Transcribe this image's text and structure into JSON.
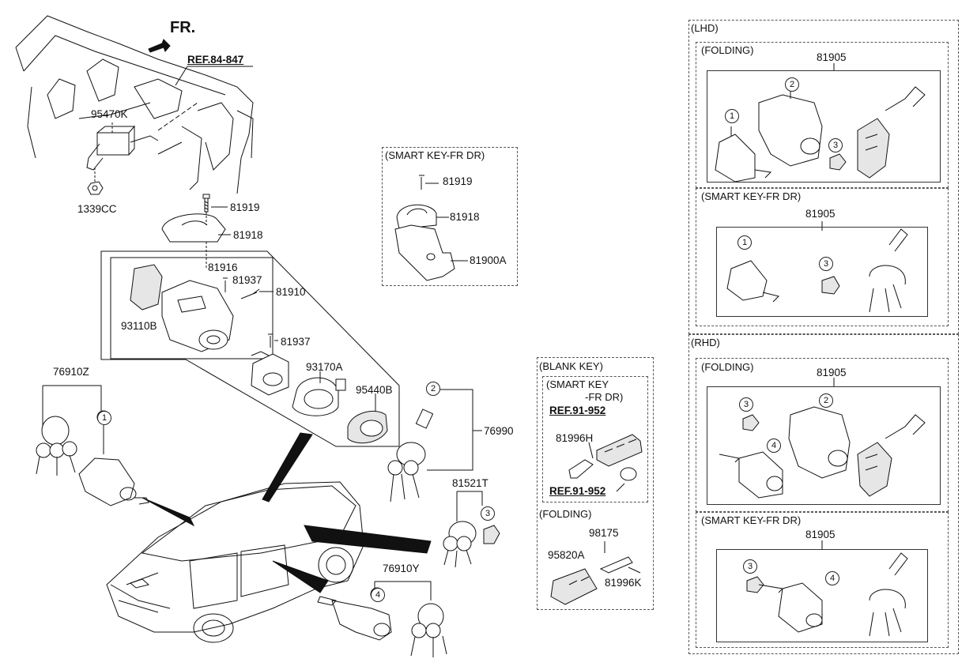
{
  "fr_label": "FR.",
  "refs": {
    "r84": "REF.84-847",
    "r91a": "REF.91-952",
    "r91b": "REF.91-952"
  },
  "parts": {
    "p95470K": "95470K",
    "p1339CC": "1339CC",
    "p81919": "81919",
    "p81918": "81918",
    "p81916": "81916",
    "p81937a": "81937",
    "p81910": "81910",
    "p93110B": "93110B",
    "p81937b": "81937",
    "p93170A": "93170A",
    "p95440B": "95440B",
    "p76990": "76990",
    "p76910Z": "76910Z",
    "p81521T": "81521T",
    "p76910Y": "76910Y",
    "sk81919": "81919",
    "sk81918": "81918",
    "sk81900A": "81900A",
    "bk81996H": "81996H",
    "fd98175": "98175",
    "fd95820A": "95820A",
    "fd81996K": "81996K",
    "lhd_fold_81905": "81905",
    "lhd_sk_81905": "81905",
    "rhd_fold_81905": "81905",
    "rhd_sk_81905": "81905"
  },
  "boxes": {
    "sk_fr_dr": "(SMART KEY-FR DR)",
    "blank_key": "(BLANK KEY)",
    "bk_smart_line1": "(SMART KEY",
    "bk_smart_line2": "-FR DR)",
    "bk_folding": "(FOLDING)",
    "lhd": "(LHD)",
    "lhd_folding": "(FOLDING)",
    "lhd_smart": "(SMART KEY-FR DR)",
    "rhd": "(RHD)",
    "rhd_folding": "(FOLDING)",
    "rhd_smart": "(SMART KEY-FR DR)"
  },
  "circles": {
    "c1": "1",
    "c2": "2",
    "c3": "3",
    "c4": "4",
    "l1": "1",
    "l2": "2",
    "l3": "3",
    "ls1": "1",
    "ls3": "3",
    "r3": "3",
    "r2": "2",
    "r4": "4",
    "rs3": "3",
    "rs4": "4"
  },
  "colors": {
    "line": "#111111",
    "dash": "#555555",
    "fill": "#e6e6e6",
    "dark": "#333333"
  }
}
